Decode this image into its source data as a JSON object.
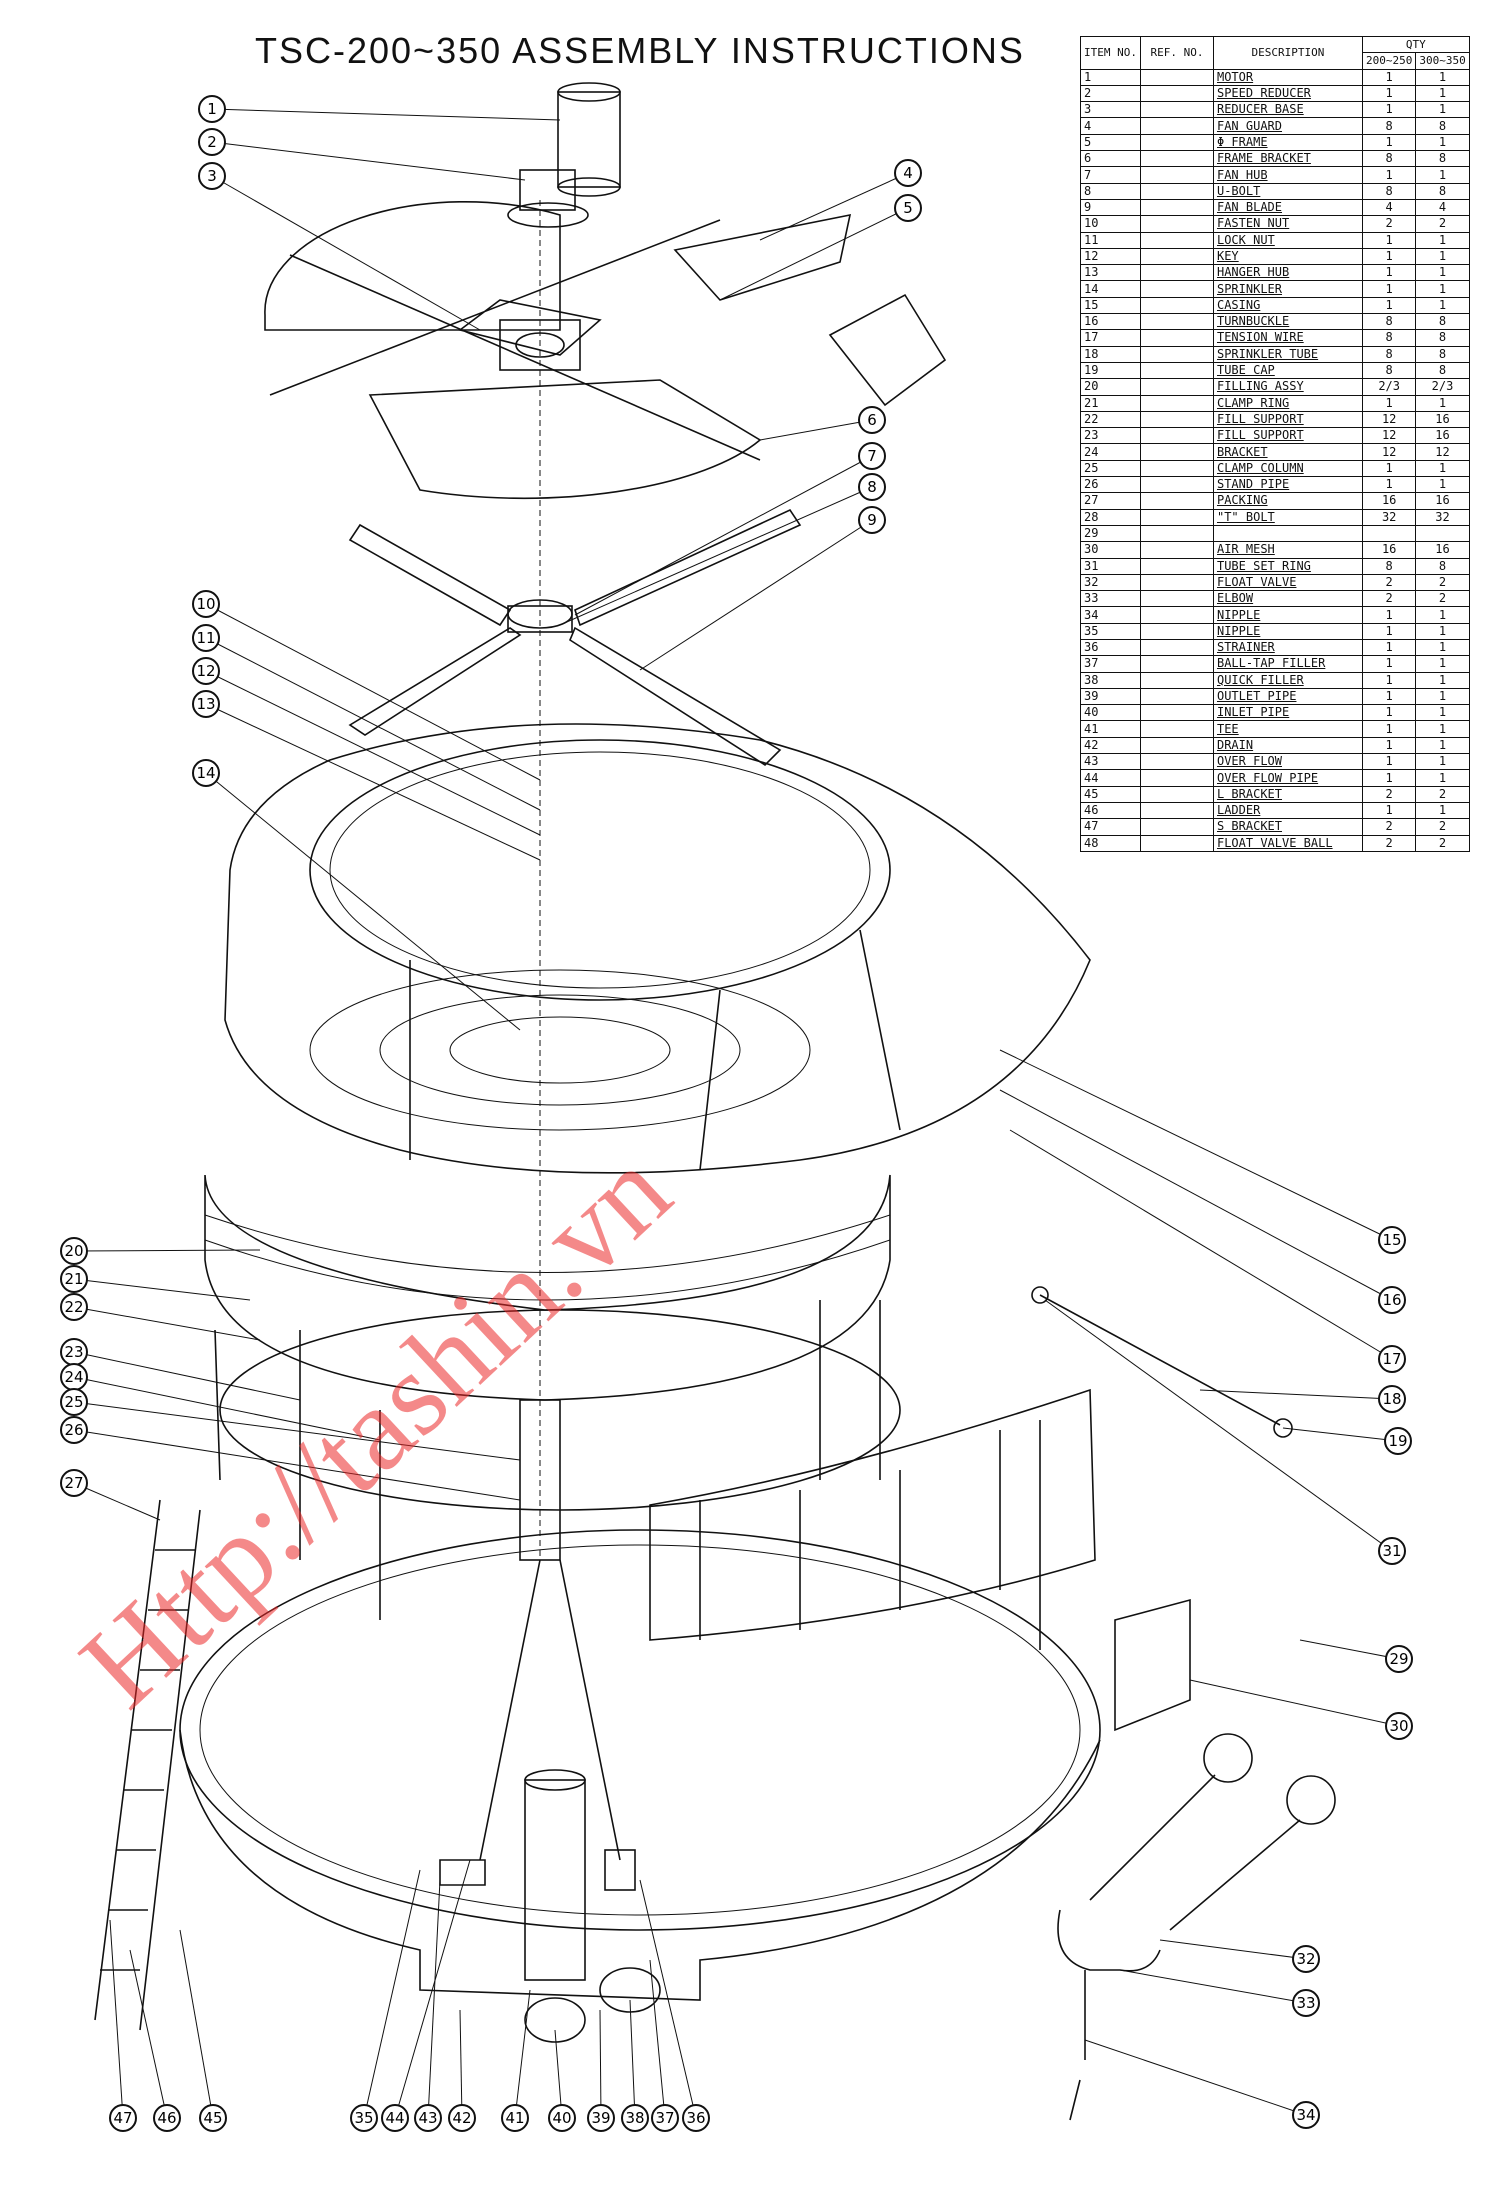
{
  "title": "TSC-200~350 ASSEMBLY INSTRUCTIONS",
  "watermark": "Http://tashin.vn",
  "table": {
    "headers": {
      "item_no": "ITEM NO.",
      "ref_no": "REF. NO.",
      "description": "DESCRIPTION",
      "qty": "QTY",
      "qty_a": "200~250",
      "qty_b": "300~350"
    },
    "rows": [
      {
        "no": "1",
        "desc": "MOTOR",
        "a": "1",
        "b": "1"
      },
      {
        "no": "2",
        "desc": "SPEED REDUCER",
        "a": "1",
        "b": "1"
      },
      {
        "no": "3",
        "desc": "REDUCER BASE",
        "a": "1",
        "b": "1"
      },
      {
        "no": "4",
        "desc": "FAN GUARD",
        "a": "8",
        "b": "8"
      },
      {
        "no": "5",
        "desc": "Φ FRAME",
        "a": "1",
        "b": "1"
      },
      {
        "no": "6",
        "desc": "FRAME BRACKET",
        "a": "8",
        "b": "8"
      },
      {
        "no": "7",
        "desc": "FAN HUB",
        "a": "1",
        "b": "1"
      },
      {
        "no": "8",
        "desc": "U-BOLT",
        "a": "8",
        "b": "8"
      },
      {
        "no": "9",
        "desc": "FAN BLADE",
        "a": "4",
        "b": "4"
      },
      {
        "no": "10",
        "desc": "FASTEN NUT",
        "a": "2",
        "b": "2"
      },
      {
        "no": "11",
        "desc": "LOCK NUT",
        "a": "1",
        "b": "1"
      },
      {
        "no": "12",
        "desc": "KEY",
        "a": "1",
        "b": "1"
      },
      {
        "no": "13",
        "desc": "HANGER HUB",
        "a": "1",
        "b": "1"
      },
      {
        "no": "14",
        "desc": "SPRINKLER",
        "a": "1",
        "b": "1"
      },
      {
        "no": "15",
        "desc": "CASING",
        "a": "1",
        "b": "1"
      },
      {
        "no": "16",
        "desc": "TURNBUCKLE",
        "a": "8",
        "b": "8"
      },
      {
        "no": "17",
        "desc": "TENSION WIRE",
        "a": "8",
        "b": "8"
      },
      {
        "no": "18",
        "desc": "SPRINKLER TUBE",
        "a": "8",
        "b": "8"
      },
      {
        "no": "19",
        "desc": "TUBE CAP",
        "a": "8",
        "b": "8"
      },
      {
        "no": "20",
        "desc": "FILLING ASSY",
        "a": "2/3",
        "b": "2/3"
      },
      {
        "no": "21",
        "desc": "CLAMP RING",
        "a": "1",
        "b": "1"
      },
      {
        "no": "22",
        "desc": "FILL SUPPORT",
        "a": "12",
        "b": "16"
      },
      {
        "no": "23",
        "desc": "FILL SUPPORT",
        "a": "12",
        "b": "16"
      },
      {
        "no": "24",
        "desc": "BRACKET",
        "a": "12",
        "b": "12"
      },
      {
        "no": "25",
        "desc": "CLAMP COLUMN",
        "a": "1",
        "b": "1"
      },
      {
        "no": "26",
        "desc": "STAND PIPE",
        "a": "1",
        "b": "1"
      },
      {
        "no": "27",
        "desc": "PACKING",
        "a": "16",
        "b": "16"
      },
      {
        "no": "28",
        "desc": "\"T\" BOLT",
        "a": "32",
        "b": "32"
      },
      {
        "no": "29",
        "desc": "",
        "a": "",
        "b": ""
      },
      {
        "no": "30",
        "desc": "AIR MESH",
        "a": "16",
        "b": "16"
      },
      {
        "no": "31",
        "desc": "TUBE SET RING",
        "a": "8",
        "b": "8"
      },
      {
        "no": "32",
        "desc": "FLOAT VALVE",
        "a": "2",
        "b": "2"
      },
      {
        "no": "33",
        "desc": "ELBOW",
        "a": "2",
        "b": "2"
      },
      {
        "no": "34",
        "desc": "NIPPLE",
        "a": "1",
        "b": "1"
      },
      {
        "no": "35",
        "desc": "NIPPLE",
        "a": "1",
        "b": "1"
      },
      {
        "no": "36",
        "desc": "STRAINER",
        "a": "1",
        "b": "1"
      },
      {
        "no": "37",
        "desc": "BALL-TAP FILLER",
        "a": "1",
        "b": "1"
      },
      {
        "no": "38",
        "desc": "QUICK FILLER",
        "a": "1",
        "b": "1"
      },
      {
        "no": "39",
        "desc": "OUTLET PIPE",
        "a": "1",
        "b": "1"
      },
      {
        "no": "40",
        "desc": "INLET PIPE",
        "a": "1",
        "b": "1"
      },
      {
        "no": "41",
        "desc": "TEE",
        "a": "1",
        "b": "1"
      },
      {
        "no": "42",
        "desc": "DRAIN",
        "a": "1",
        "b": "1"
      },
      {
        "no": "43",
        "desc": "OVER FLOW",
        "a": "1",
        "b": "1"
      },
      {
        "no": "44",
        "desc": "OVER FLOW PIPE",
        "a": "1",
        "b": "1"
      },
      {
        "no": "45",
        "desc": "L BRACKET",
        "a": "2",
        "b": "2"
      },
      {
        "no": "46",
        "desc": "LADDER",
        "a": "1",
        "b": "1"
      },
      {
        "no": "47",
        "desc": "S BRACKET",
        "a": "2",
        "b": "2"
      },
      {
        "no": "48",
        "desc": "FLOAT VALVE BALL",
        "a": "2",
        "b": "2"
      }
    ]
  },
  "callouts": [
    "1",
    "2",
    "3",
    "4",
    "5",
    "6",
    "7",
    "8",
    "9",
    "10",
    "11",
    "12",
    "13",
    "14",
    "15",
    "16",
    "17",
    "18",
    "19",
    "20",
    "21",
    "22",
    "23",
    "24",
    "25",
    "26",
    "27",
    "29",
    "30",
    "31",
    "32",
    "33",
    "34",
    "35",
    "36",
    "37",
    "38",
    "39",
    "40",
    "41",
    "42",
    "43",
    "44",
    "45",
    "46",
    "47"
  ]
}
